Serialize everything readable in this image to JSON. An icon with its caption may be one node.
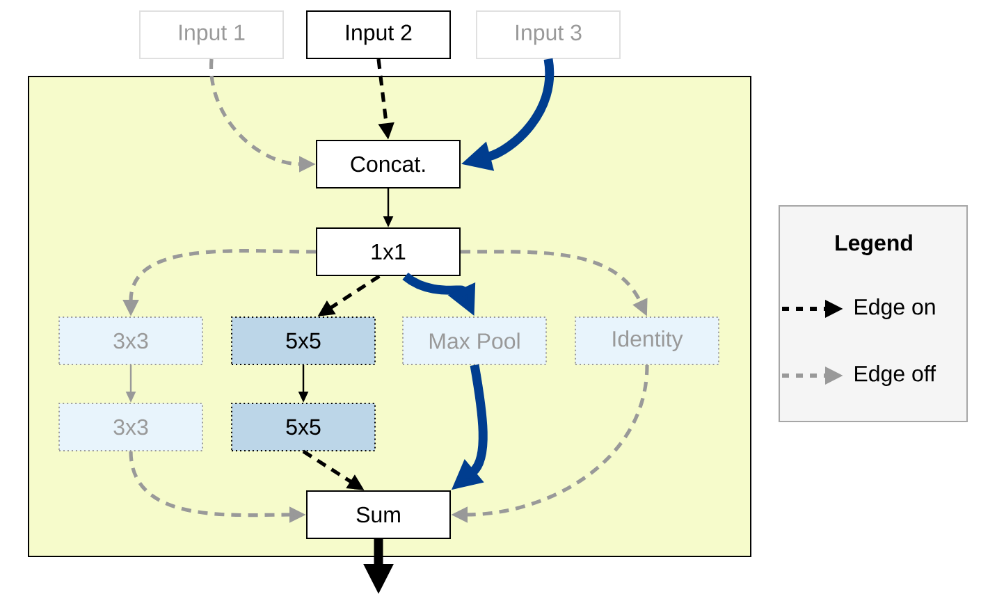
{
  "diagram": {
    "nodes": [
      {
        "text": [],
        "shape": "box"
      },
      {
        "text": [
          "Input 1"
        ]
      },
      {
        "text": [
          "Input 2"
        ]
      },
      {
        "text": [
          "Input 3"
        ]
      },
      {
        "text": [
          "Concat."
        ],
        "in": 0
      },
      {
        "text": [
          "1x1"
        ],
        "in": 0
      },
      {
        "text": [
          "3x3"
        ],
        "in": 0
      },
      {
        "text": [
          "5x5"
        ],
        "in": 0
      },
      {
        "text": [
          "Max Pool"
        ],
        "in": 0
      },
      {
        "text": [
          "Identity"
        ],
        "in": 0
      },
      {
        "text": [
          "3x3"
        ],
        "in": 0
      },
      {
        "text": [
          "5x5"
        ],
        "in": 0
      },
      {
        "text": [
          "Sum"
        ],
        "in": 0
      }
    ],
    "edges": [
      {
        "from": 1,
        "to": 4,
        "arrow": "to",
        "style": "dashed",
        "color": "#999999"
      },
      {
        "from": 2,
        "to": 4,
        "arrow": "to",
        "style": "dashed",
        "color": "#000000"
      },
      {
        "from": 3,
        "to": 4,
        "arrow": "to",
        "style": "thick",
        "color": "#003d8f"
      },
      {
        "from": 4,
        "to": 5,
        "arrow": "to",
        "color": "#000000"
      },
      {
        "from": 5,
        "to": 6,
        "arrow": "to",
        "style": "dashed",
        "color": "#999999"
      },
      {
        "from": 5,
        "to": 7,
        "arrow": "to",
        "style": "dashed",
        "color": "#000000"
      },
      {
        "from": 5,
        "to": 8,
        "arrow": "to",
        "style": "thick",
        "color": "#003d8f"
      },
      {
        "from": 5,
        "to": 9,
        "arrow": "to",
        "style": "dashed",
        "color": "#999999"
      },
      {
        "from": 6,
        "to": 10,
        "arrow": "to",
        "color": "#999999"
      },
      {
        "from": 7,
        "to": 11,
        "arrow": "to",
        "color": "#000000"
      },
      {
        "from": 10,
        "to": 12,
        "arrow": "to",
        "style": "dashed",
        "color": "#999999"
      },
      {
        "from": 11,
        "to": 12,
        "arrow": "to",
        "style": "dashed",
        "color": "#000000"
      },
      {
        "from": 8,
        "to": 12,
        "arrow": "to",
        "style": "thick",
        "color": "#003d8f"
      },
      {
        "from": 9,
        "to": 12,
        "arrow": "to",
        "style": "dashed",
        "color": "#999999"
      },
      {
        "from": 12,
        "to": null,
        "arrow": "to",
        "style": "thick",
        "color": "#000000"
      }
    ],
    "labels": [
      "Legend"
    ],
    "legend": [
      {
        "text": "Edge on"
      },
      {
        "text": "Edge off"
      }
    ]
  }
}
